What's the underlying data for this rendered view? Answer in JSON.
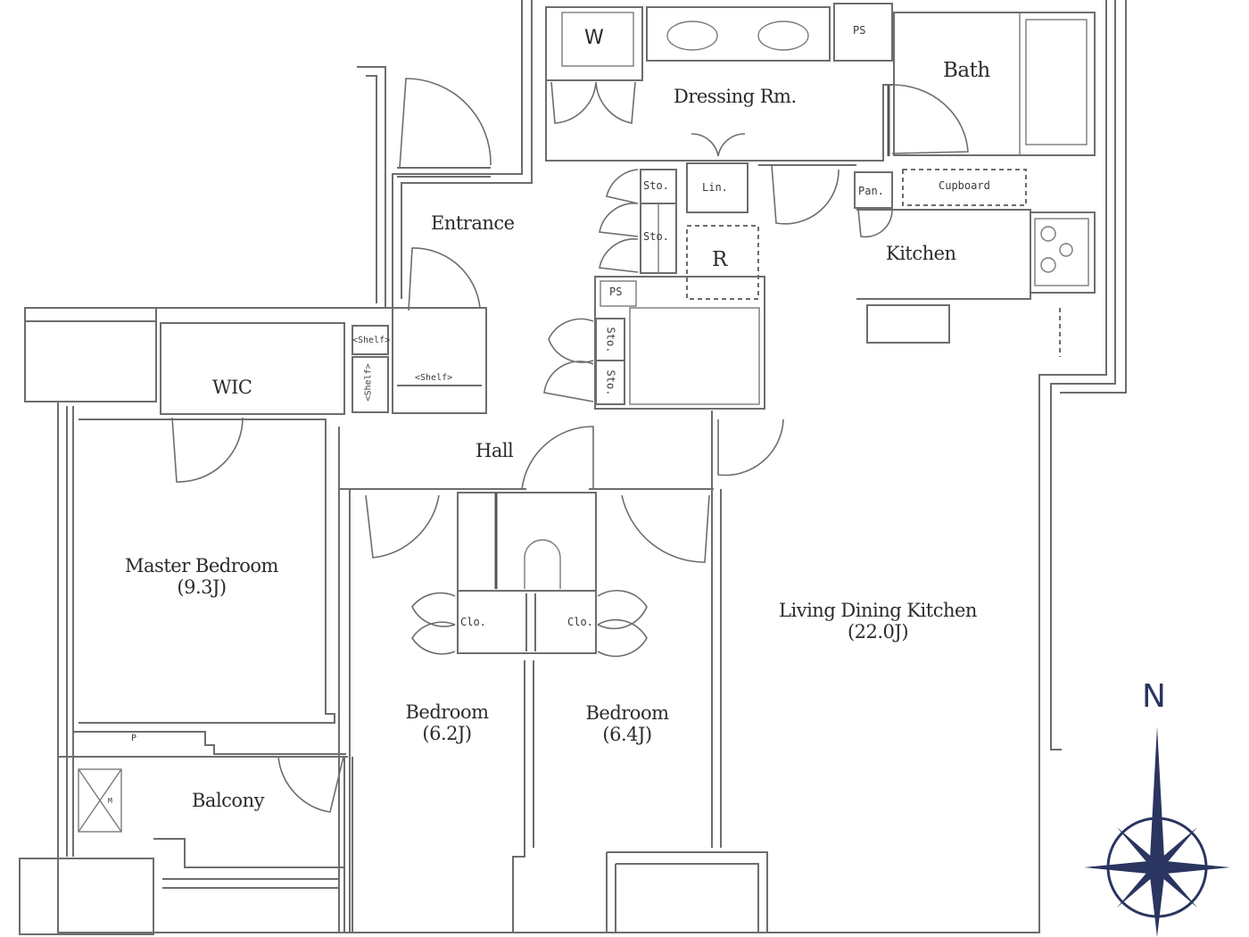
{
  "floorplan": {
    "rooms": {
      "dressing": {
        "name": "Dressing Rm."
      },
      "bath": {
        "name": "Bath"
      },
      "entrance": {
        "name": "Entrance"
      },
      "kitchen": {
        "name": "Kitchen"
      },
      "wic": {
        "name": "WIC"
      },
      "hall": {
        "name": "Hall"
      },
      "master_bedroom": {
        "name": "Master Bedroom",
        "size": "(9.3J)"
      },
      "bedroom_1": {
        "name": "Bedroom",
        "size": "(6.2J)"
      },
      "bedroom_2": {
        "name": "Bedroom",
        "size": "(6.4J)"
      },
      "ldk": {
        "name": "Living Dining Kitchen",
        "size": "(22.0J)"
      },
      "balcony": {
        "name": "Balcony"
      }
    },
    "fixtures": {
      "washer": "W",
      "ps_top": "PS",
      "ps_mid": "PS",
      "storage_1": "Sto.",
      "storage_2": "Sto.",
      "storage_3": "Sto.",
      "storage_4": "Sto.",
      "linen": "Lin.",
      "refrigerator": "R",
      "pantry": "Pan.",
      "cupboard": "Cupboard",
      "shelf_1": "<Shelf>",
      "shelf_2": "<Shelf>",
      "shelf_3": "<Shelf>",
      "closet_1": "Clo.",
      "closet_2": "Clo.",
      "pipe": "P",
      "meter": "M"
    },
    "compass": {
      "north_label": "N",
      "color": "#2a3560"
    }
  }
}
